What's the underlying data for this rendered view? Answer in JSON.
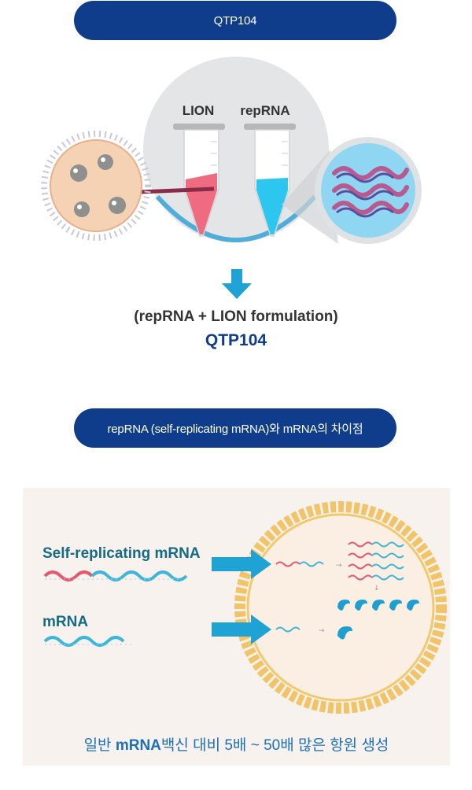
{
  "header_pill": "QTP104",
  "tube_labels": {
    "left": "LION",
    "right": "repRNA"
  },
  "formulation_caption": "(repRNA + LION formulation)",
  "product_name": "QTP104",
  "comparison_pill": "repRNA (self-replicating mRNA)와 mRNA의 차이점",
  "labels": {
    "self_replicating": "Self-replicating mRNA",
    "mrna": "mRNA"
  },
  "bottom_text": {
    "prefix": "일반 ",
    "highlight": "mRNA",
    "suffix": "백신 대비 5배 ~ 50배 많은 항원 생성"
  },
  "colors": {
    "navy": "#0f3d8c",
    "teal": "#156b84",
    "blue_text": "#1d6fb8",
    "pink": "#e8667a",
    "cyan": "#22bfe8",
    "arrow": "#1ea3d4",
    "cell": "#f5c25a"
  }
}
